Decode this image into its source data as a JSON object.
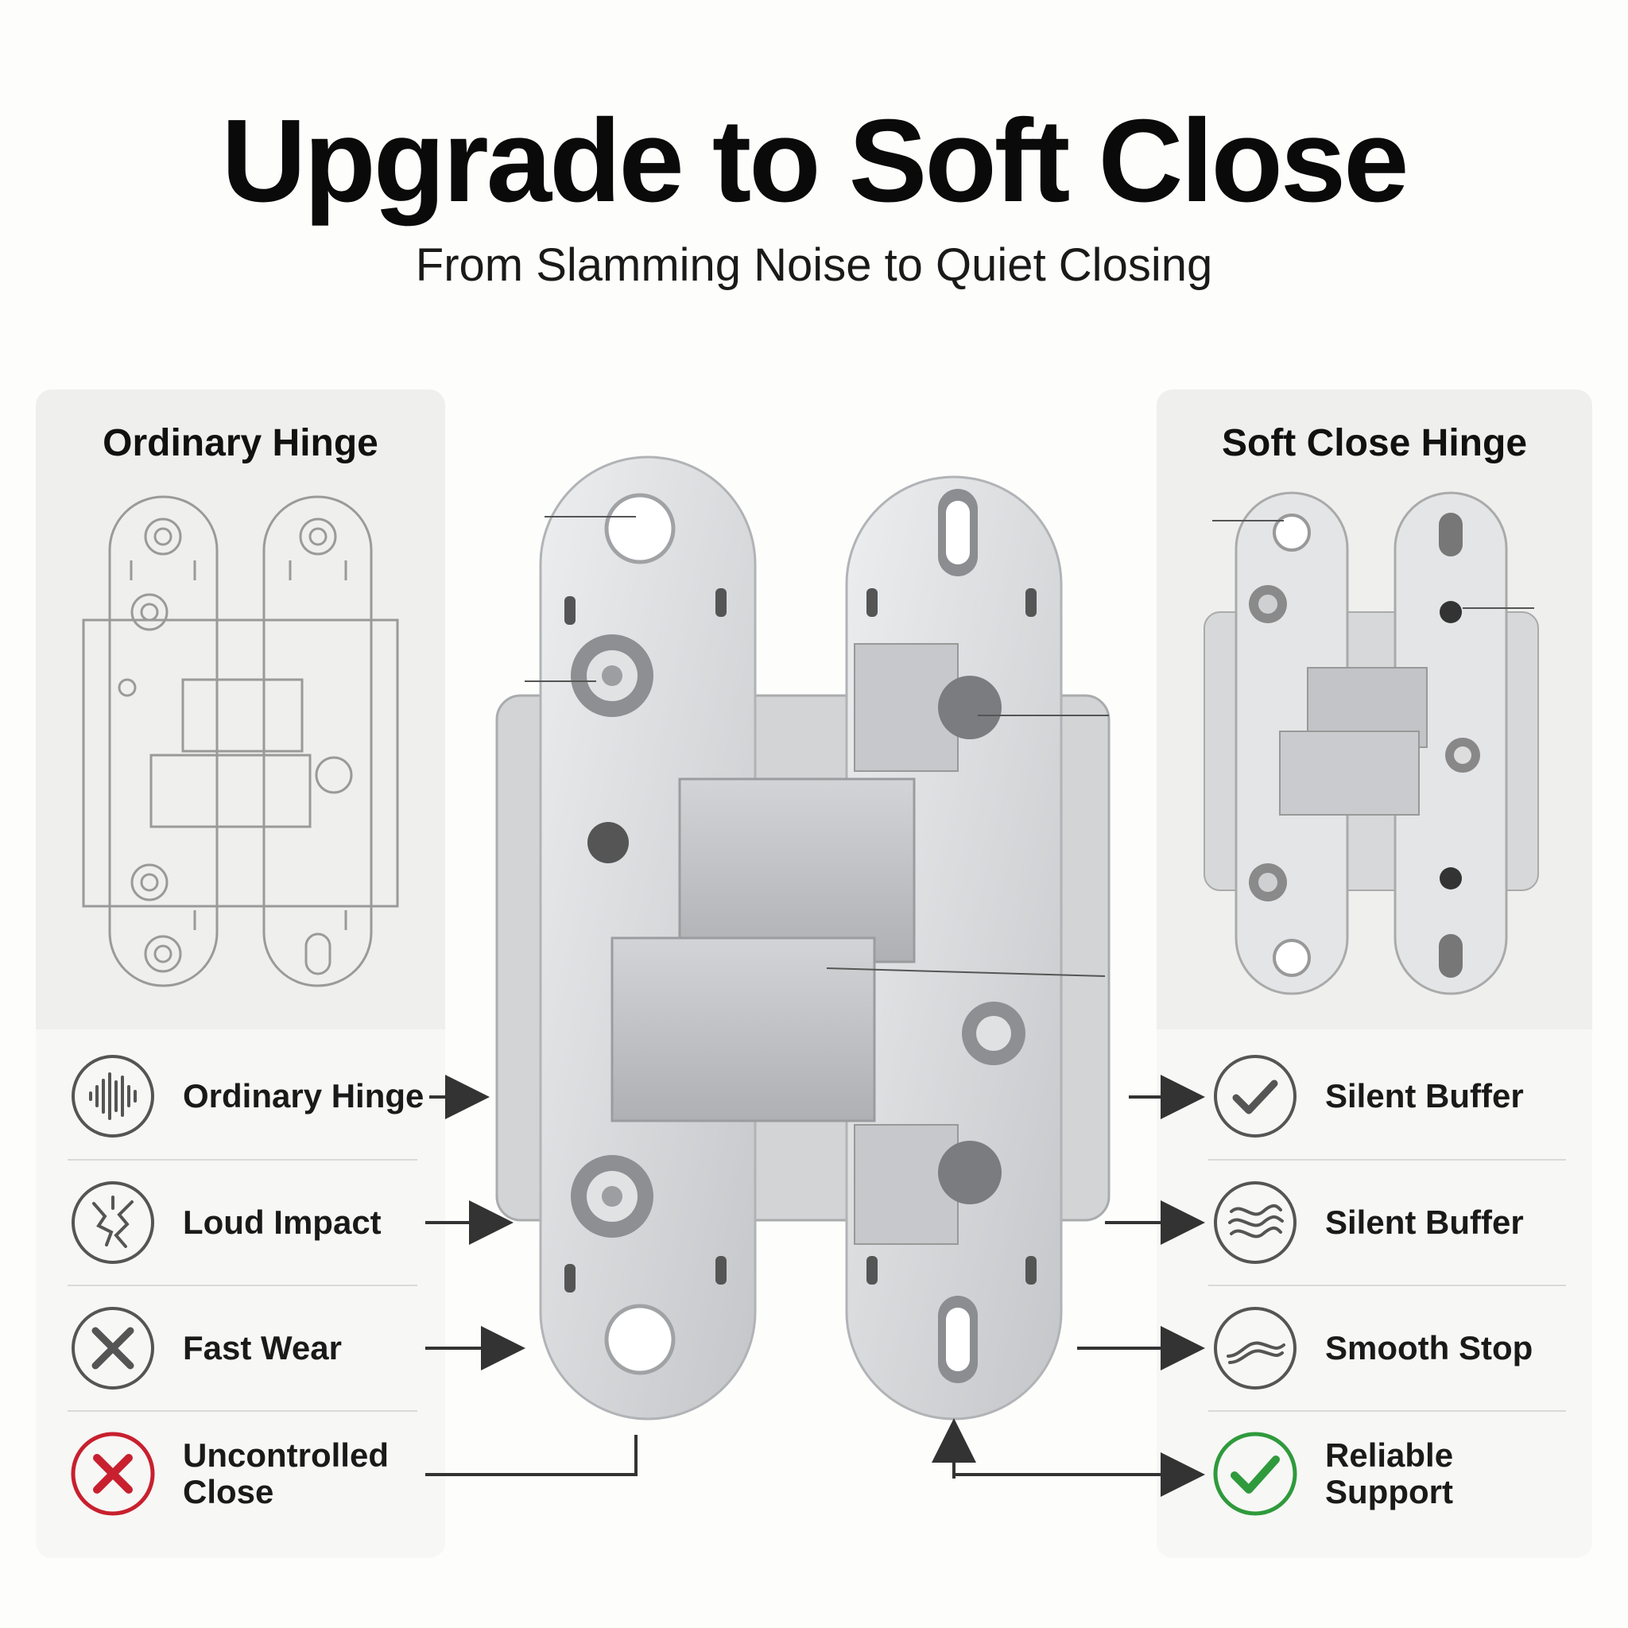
{
  "header": {
    "title": "Upgrade to Soft Close",
    "subtitle": "From Slamming Noise to Quiet Closing"
  },
  "left_panel": {
    "title": "Ordinary Hinge",
    "features": [
      {
        "label": "Ordinary Hinge",
        "icon": "sound-wave-icon"
      },
      {
        "label": "Loud Impact",
        "icon": "crack-impact-icon"
      },
      {
        "label": "Fast Wear",
        "icon": "x-mark-icon"
      },
      {
        "label": "Uncontrolled Close",
        "icon": "red-x-icon"
      }
    ]
  },
  "right_panel": {
    "title": "Soft Close Hinge",
    "features": [
      {
        "label": "Silent Buffer",
        "icon": "checkmark-icon"
      },
      {
        "label": "Silent Buffer",
        "icon": "wave-lines-icon"
      },
      {
        "label": "Smooth Stop",
        "icon": "smooth-curve-icon"
      },
      {
        "label": "Reliable Support",
        "icon": "green-check-icon"
      }
    ]
  },
  "colors": {
    "accent_red": "#c8202e",
    "accent_green": "#2f9a3c",
    "icon_gray": "#555555",
    "metal": "#c9cbce"
  }
}
